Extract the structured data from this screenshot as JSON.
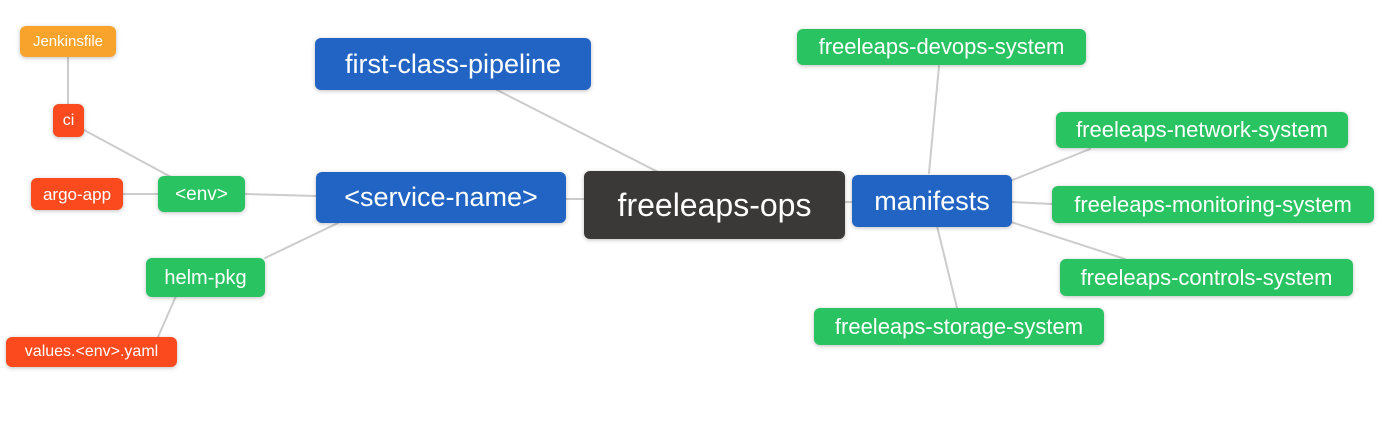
{
  "diagram": {
    "type": "mindmap",
    "background": "#FFFFFF",
    "edge_color": "#CCCCCC",
    "text_color": "#FFFFFF",
    "palette": {
      "root": "#3B3838",
      "branch": "#2264C3",
      "group": "#29C362",
      "leaf": "#FB4A1E",
      "file": "#F8A42C"
    },
    "nodes": [
      {
        "id": "jenkinsfile",
        "label": "Jenkinsfile",
        "role": "file"
      },
      {
        "id": "ci",
        "label": "ci",
        "role": "leaf"
      },
      {
        "id": "argo-app",
        "label": "argo-app",
        "role": "leaf"
      },
      {
        "id": "env",
        "label": "<env>",
        "role": "group"
      },
      {
        "id": "helm-pkg",
        "label": "helm-pkg",
        "role": "group"
      },
      {
        "id": "values-env-yaml",
        "label": "values.<env>.yaml",
        "role": "leaf"
      },
      {
        "id": "first-class-pipeline",
        "label": "first-class-pipeline",
        "role": "branch"
      },
      {
        "id": "service-name",
        "label": "<service-name>",
        "role": "branch"
      },
      {
        "id": "freeleaps-ops",
        "label": "freeleaps-ops",
        "role": "root"
      },
      {
        "id": "manifests",
        "label": "manifests",
        "role": "branch"
      },
      {
        "id": "freeleaps-devops-system",
        "label": "freeleaps-devops-system",
        "role": "group"
      },
      {
        "id": "freeleaps-network-system",
        "label": "freeleaps-network-system",
        "role": "group"
      },
      {
        "id": "freeleaps-monitoring-system",
        "label": "freeleaps-monitoring-system",
        "role": "group"
      },
      {
        "id": "freeleaps-controls-system",
        "label": "freeleaps-controls-system",
        "role": "group"
      },
      {
        "id": "freeleaps-storage-system",
        "label": "freeleaps-storage-system",
        "role": "group"
      }
    ],
    "edges": [
      {
        "from": "jenkinsfile",
        "to": "ci"
      },
      {
        "from": "ci",
        "to": "env"
      },
      {
        "from": "argo-app",
        "to": "env"
      },
      {
        "from": "env",
        "to": "service-name"
      },
      {
        "from": "helm-pkg",
        "to": "service-name"
      },
      {
        "from": "values-env-yaml",
        "to": "helm-pkg"
      },
      {
        "from": "service-name",
        "to": "freeleaps-ops"
      },
      {
        "from": "first-class-pipeline",
        "to": "freeleaps-ops"
      },
      {
        "from": "freeleaps-ops",
        "to": "manifests"
      },
      {
        "from": "manifests",
        "to": "freeleaps-devops-system"
      },
      {
        "from": "manifests",
        "to": "freeleaps-network-system"
      },
      {
        "from": "manifests",
        "to": "freeleaps-monitoring-system"
      },
      {
        "from": "manifests",
        "to": "freeleaps-controls-system"
      },
      {
        "from": "manifests",
        "to": "freeleaps-storage-system"
      }
    ]
  }
}
